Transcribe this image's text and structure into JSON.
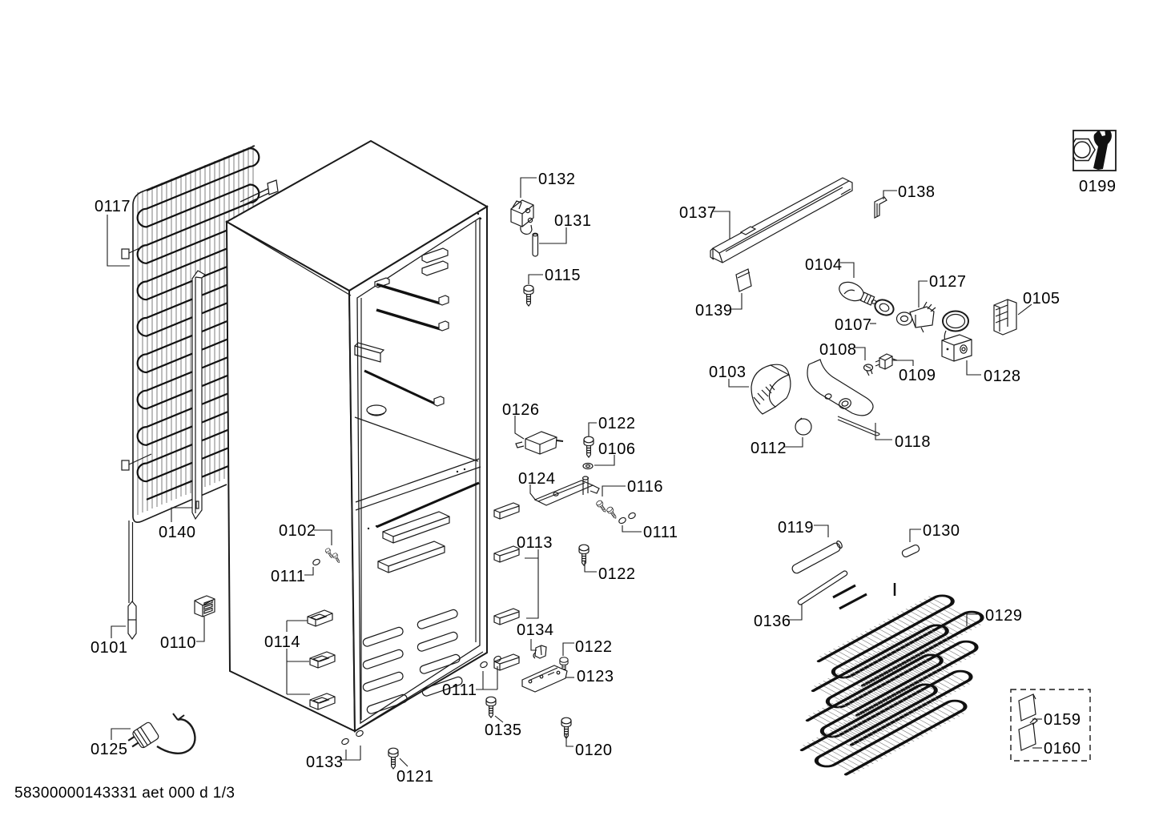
{
  "document": {
    "footer": "58300000143331 aet 000 d 1/3"
  },
  "callouts": {
    "c0101": "0101",
    "c0102": "0102",
    "c0103": "0103",
    "c0104": "0104",
    "c0105": "0105",
    "c0106": "0106",
    "c0107": "0107",
    "c0108": "0108",
    "c0109": "0109",
    "c0110": "0110",
    "c0111a": "0111",
    "c0111b": "0111",
    "c0111c": "0111",
    "c0112": "0112",
    "c0113": "0113",
    "c0114": "0114",
    "c0115": "0115",
    "c0116": "0116",
    "c0117": "0117",
    "c0118": "0118",
    "c0119": "0119",
    "c0120": "0120",
    "c0121": "0121",
    "c0122a": "0122",
    "c0122b": "0122",
    "c0122c": "0122",
    "c0123": "0123",
    "c0124": "0124",
    "c0125": "0125",
    "c0126": "0126",
    "c0127": "0127",
    "c0128": "0128",
    "c0129": "0129",
    "c0130": "0130",
    "c0131": "0131",
    "c0132": "0132",
    "c0133": "0133",
    "c0134": "0134",
    "c0135": "0135",
    "c0136": "0136",
    "c0137": "0137",
    "c0138": "0138",
    "c0139": "0139",
    "c0140": "0140",
    "c0159": "0159",
    "c0160": "0160",
    "c0199": "0199"
  },
  "colors": {
    "line": "#1a1a1a",
    "hatch": "#7d7d7d",
    "background": "#ffffff"
  }
}
